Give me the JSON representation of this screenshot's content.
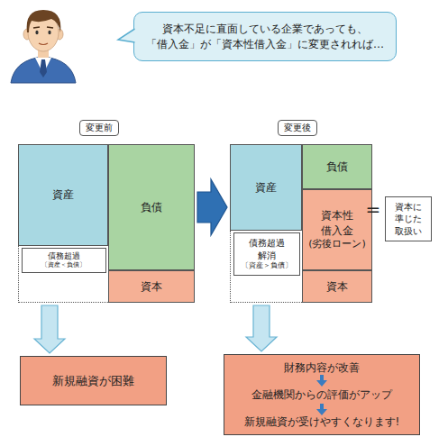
{
  "diagram": {
    "nodes": [
      {
        "text": [
          "資本不足に直面している企業であっても、 「借入金」が「資本性借入金」に変更されれば…"
        ]
      },
      {
        "text": [
          "変更前"
        ]
      },
      {
        "text": [
          "変更後"
        ]
      },
      {
        "text": [
          "資産"
        ]
      },
      {
        "text": [
          "負債"
        ]
      },
      {
        "text": [
          "資本"
        ]
      },
      {
        "text": [
          "債務超過",
          "〔資産＜負債〕"
        ]
      },
      {
        "text": [
          "資産"
        ]
      },
      {
        "text": [
          "負債"
        ]
      },
      {
        "text": [
          "資本性 借入金",
          "(劣後ローン)"
        ]
      },
      {
        "text": [
          "資本"
        ]
      },
      {
        "text": [
          "債務超過 解消",
          "〔資産＞負債〕"
        ]
      },
      {
        "text": [
          "資本に 準じた 取扱い"
        ]
      },
      {
        "text": [
          "新規融資が困難"
        ]
      },
      {
        "text": [
          "財務内容が改善",
          "金融機関からの評価がアップ",
          "新規融資が受けやすくなります!"
        ]
      }
    ],
    "edges": [
      {
        "from": 4,
        "to": 7,
        "arrow": "to"
      },
      {
        "from": 6,
        "to": 13,
        "arrow": "to"
      },
      {
        "from": 11,
        "to": 14,
        "arrow": "to"
      }
    ],
    "labels": [
      "="
    ]
  }
}
